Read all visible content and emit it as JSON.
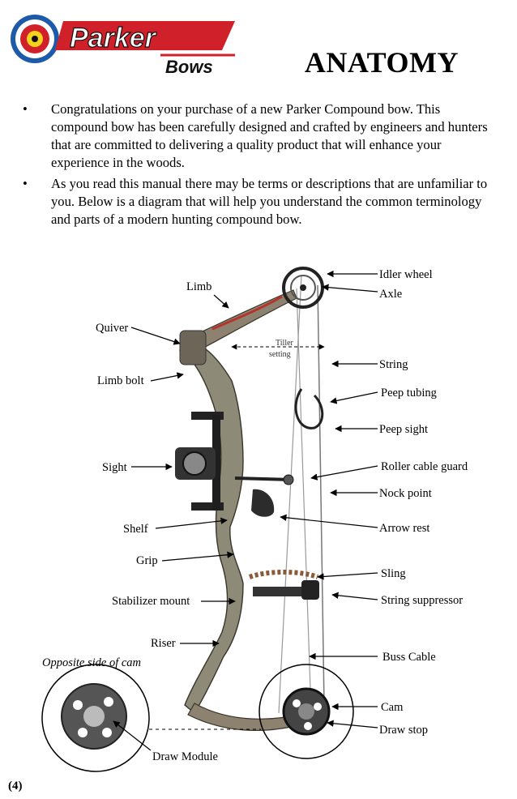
{
  "brand": {
    "name": "Parker",
    "sub": "Bows",
    "colors": {
      "red": "#d0202a",
      "blue": "#1f5aa8",
      "yellow": "#f5d21c",
      "black": "#111111"
    }
  },
  "heading": "ANATOMY",
  "bullet_symbol": "•",
  "paragraphs": [
    "Congratulations on your purchase of a new Parker Compound bow. This compound bow has been carefully designed and crafted by engineers and hunters that are committed to delivering a quality product that will enhance your experience in the woods.",
    "As you read this manual there may be terms or descriptions that are unfamiliar to you.  Below is a diagram that will help you understand the common terminology and parts of a modern hunting compound bow."
  ],
  "labels": {
    "idler_wheel": "Idler wheel",
    "axle": "Axle",
    "limb": "Limb",
    "quiver": "Quiver",
    "tiller_1": "Tiller",
    "tiller_2": "setting",
    "string": "String",
    "limb_bolt": "Limb bolt",
    "peep_tubing": "Peep tubing",
    "peep_sight": "Peep sight",
    "sight": "Sight",
    "roller_cable_guard": "Roller cable guard",
    "nock_point": "Nock point",
    "shelf": "Shelf",
    "arrow_rest": "Arrow rest",
    "grip": "Grip",
    "sling": "Sling",
    "stabilizer_mount": "Stabilizer mount",
    "string_suppressor": "String  suppressor",
    "riser": "Riser",
    "buss_cable": "Buss Cable",
    "opposite_side": "Opposite side of cam",
    "cam": "Cam",
    "draw_stop": "Draw stop",
    "draw_module": "Draw Module"
  },
  "page_number": "(4)"
}
